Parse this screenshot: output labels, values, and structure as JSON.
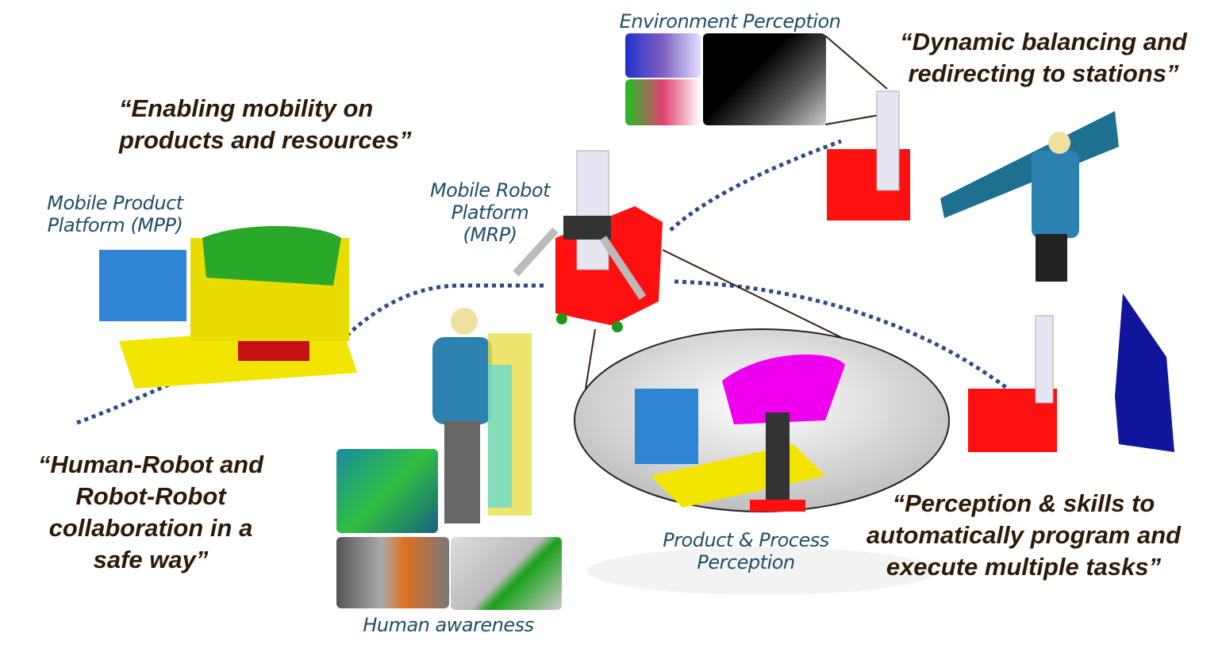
{
  "quotes": {
    "mobility": "“Enabling mobility on\nproducts and resources”",
    "balancing": "“Dynamic balancing and\nredirecting to stations”",
    "collaboration": "“Human-Robot and\nRobot-Robot\ncollaboration in a\nsafe way”",
    "perception": "“Perception & skills to\nautomatically program and\nexecute multiple tasks”"
  },
  "labels": {
    "mpp": "Mobile Product\nPlatform (MPP)",
    "mrp": "Mobile Robot\nPlatform\n(MRP)",
    "environment": "Environment Perception",
    "product_process": "Product & Process\nPerception",
    "human": "Human awareness"
  },
  "colors": {
    "quote": "#2d1a06",
    "label": "#1d4e68",
    "path": "#2e4a8a",
    "robot": "#ff0000"
  }
}
